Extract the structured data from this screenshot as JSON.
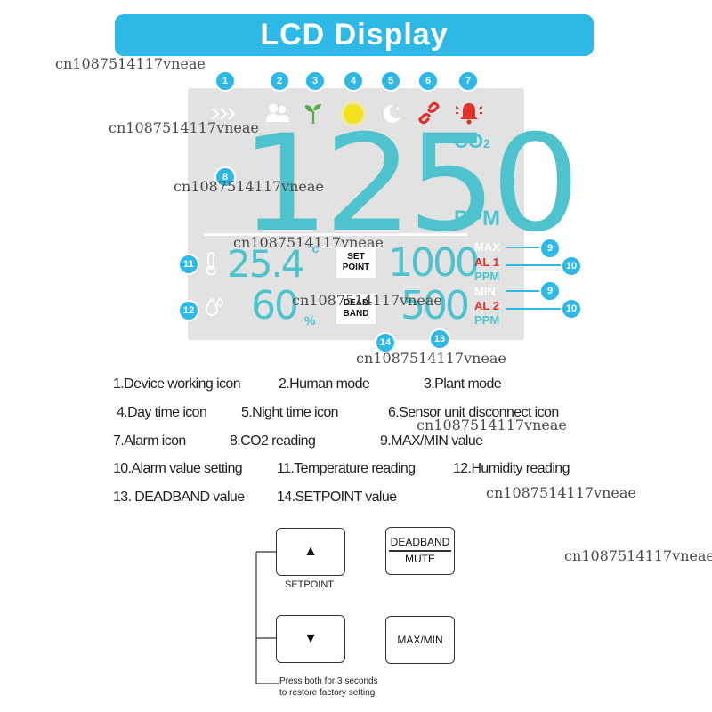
{
  "title": "LCD Display",
  "watermark": "cn1087514117vneae",
  "lcd": {
    "co2_value": "1250",
    "co2_label": "CO",
    "co2_sub": "2",
    "ppm": "PPM",
    "temperature": "25.4",
    "temp_unit": "°c",
    "humidity": "60",
    "humidity_unit": "%",
    "setpoint_label_1": "SET",
    "setpoint_label_2": "POINT",
    "deadband_label_1": "DEAD",
    "deadband_label_2": "BAND",
    "max_value": "1000",
    "min_value": "500",
    "max_label": "MAX",
    "min_label": "MIN",
    "al1_label": "AL 1",
    "al2_label": "AL 2",
    "ppm_small": "PPM"
  },
  "callouts": [
    "1",
    "2",
    "3",
    "4",
    "5",
    "6",
    "7",
    "8",
    "9",
    "10",
    "11",
    "12",
    "13",
    "14"
  ],
  "icons": [
    "device-working-icon",
    "human-icon",
    "plant-icon",
    "sun-icon",
    "moon-icon",
    "disconnect-icon",
    "alarm-icon",
    "thermometer-icon",
    "humidity-icon"
  ],
  "legend": [
    "1.Device working icon",
    "2.Human mode",
    "3.Plant mode",
    "4.Day time icon",
    "5.Night time icon",
    "6.Sensor unit disconnect icon",
    "7.Alarm icon",
    "8.CO2 reading",
    "9.MAX/MIN value",
    "10.Alarm value setting",
    "11.Temperature reading",
    "12.Humidity reading",
    "13. DEADBAND value",
    "14.SETPOINT value"
  ],
  "keypad": {
    "up": "▲",
    "down": "▼",
    "setpoint": "SETPOINT",
    "deadband": "DEADBAND",
    "mute": "MUTE",
    "maxmin": "MAX/MIN",
    "note_line1": "Press both for 3 seconds",
    "note_line2": "to restore factory setting"
  },
  "colors": {
    "accent": "#2db8e6",
    "segment": "#4fc3cd",
    "alarm_red": "#e0302a",
    "lcd_bg": "#e2e2e2"
  }
}
